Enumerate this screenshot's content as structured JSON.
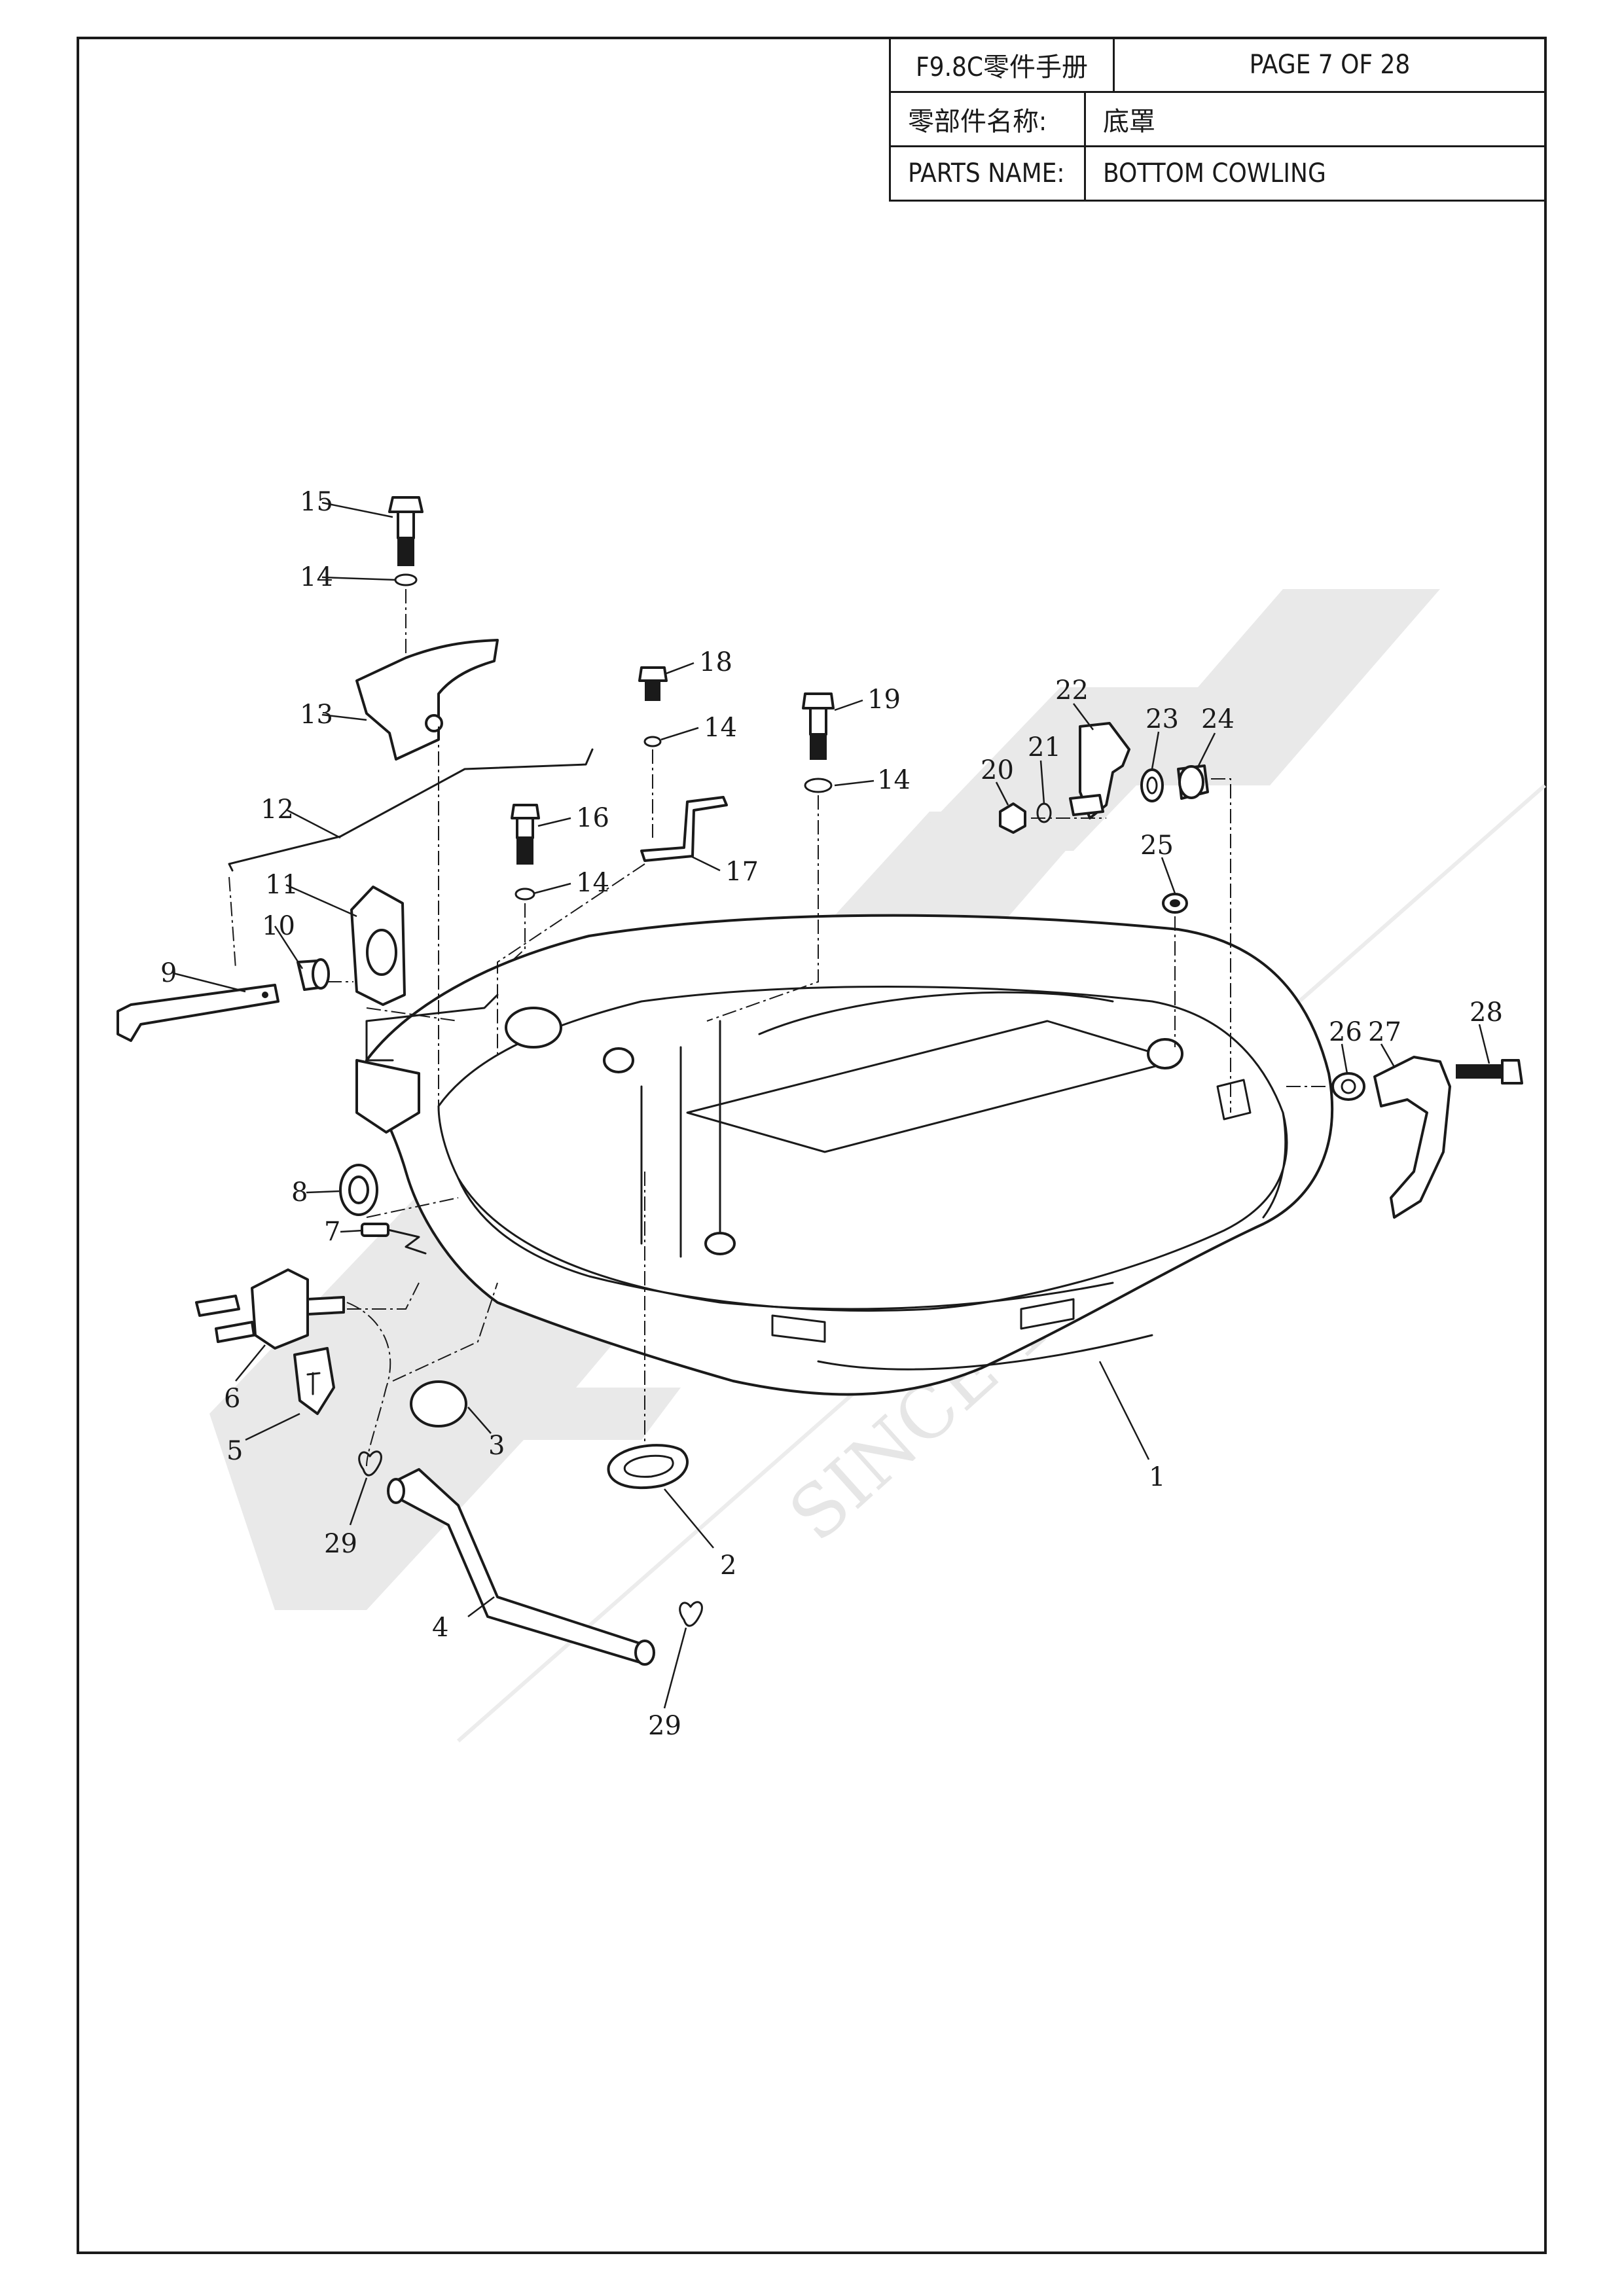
{
  "header": {
    "manual_title": "F9.8C零件手册",
    "page_label": "PAGE 7 OF 28",
    "parts_name_cn_label": "零部件名称:",
    "parts_name_cn_value": "底罩",
    "parts_name_en_label": "PARTS NAME:",
    "parts_name_en_value": "BOTTOM COWLING"
  },
  "watermark": {
    "text": "SINCE 1998"
  },
  "callouts": [
    "1",
    "2",
    "3",
    "4",
    "5",
    "6",
    "7",
    "8",
    "9",
    "10",
    "11",
    "12",
    "13",
    "14",
    "14",
    "14",
    "14",
    "15",
    "16",
    "17",
    "18",
    "19",
    "20",
    "21",
    "22",
    "23",
    "24",
    "25",
    "26",
    "27",
    "28",
    "29",
    "29"
  ]
}
